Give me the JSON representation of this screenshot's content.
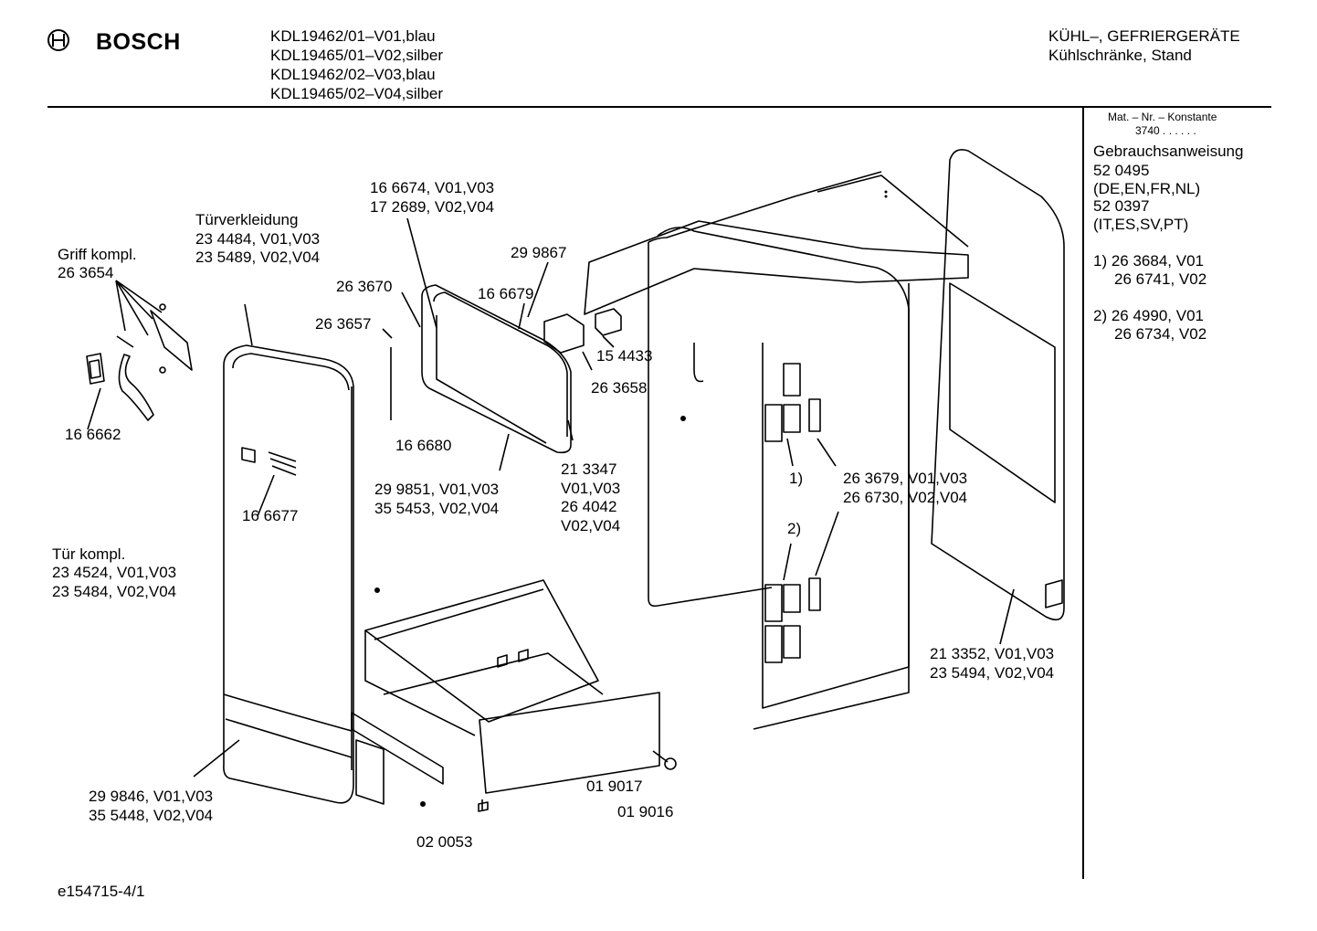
{
  "header": {
    "brand": "BOSCH",
    "models": [
      "KDL19462/01–V01,blau",
      "KDL19465/01–V02,silber",
      "KDL19462/02–V03,blau",
      "KDL19465/02–V04,silber"
    ],
    "category": "KÜHL–, GEFRIERGERÄTE",
    "subcategory": "Kühlschränke, Stand"
  },
  "side_panel": {
    "mat_label": "Mat. – Nr. – Konstante",
    "mat_value": "3740  .  .  .  .  .  .",
    "manual_title": "Gebrauchsanweisung",
    "manual_lines": [
      "52 0495",
      "(DE,EN,FR,NL)",
      "52 0397",
      "(IT,ES,SV,PT)"
    ],
    "note1": [
      "1) 26 3684, V01",
      "26 6741, V02"
    ],
    "note2": [
      "2) 26 4990, V01",
      "26 6734, V02"
    ]
  },
  "labels": {
    "griff_title": "Griff kompl.",
    "griff_num": "26 3654",
    "tuerverkleidung_title": "Türverkleidung",
    "tuerverkleidung_1": "23 4484, V01,V03",
    "tuerverkleidung_2": "23 5489, V02,V04",
    "p166662": "16 6662",
    "p166677": "16 6677",
    "tuer_title": "Tür kompl.",
    "tuer_1": "23 4524, V01,V03",
    "tuer_2": "23 5484, V02,V04",
    "p299846_1": "29 9846, V01,V03",
    "p299846_2": "35 5448, V02,V04",
    "p166674_1": "16 6674, V01,V03",
    "p166674_2": "17 2689, V02,V04",
    "p263670": "26 3670",
    "p263657": "26 3657",
    "p166680": "16 6680",
    "p299851_1": "29 9851, V01,V03",
    "p299851_2": "35 5453, V02,V04",
    "p299867": "29 9867",
    "p166679": "16 6679",
    "p154433": "15 4433",
    "p263658": "26 3658",
    "p213347": [
      "21 3347",
      "V01,V03",
      "26 4042",
      "V02,V04"
    ],
    "ref1": "1)",
    "ref2": "2)",
    "p263679_1": "26 3679, V01,V03",
    "p263679_2": "26 6730, V02,V04",
    "p213352_1": "21 3352, V01,V03",
    "p213352_2": "23 5494, V02,V04",
    "p019017": "01 9017",
    "p019016": "01 9016",
    "p020053": "02 0053"
  },
  "footer": {
    "drawing_id": "e154715-4/1"
  }
}
